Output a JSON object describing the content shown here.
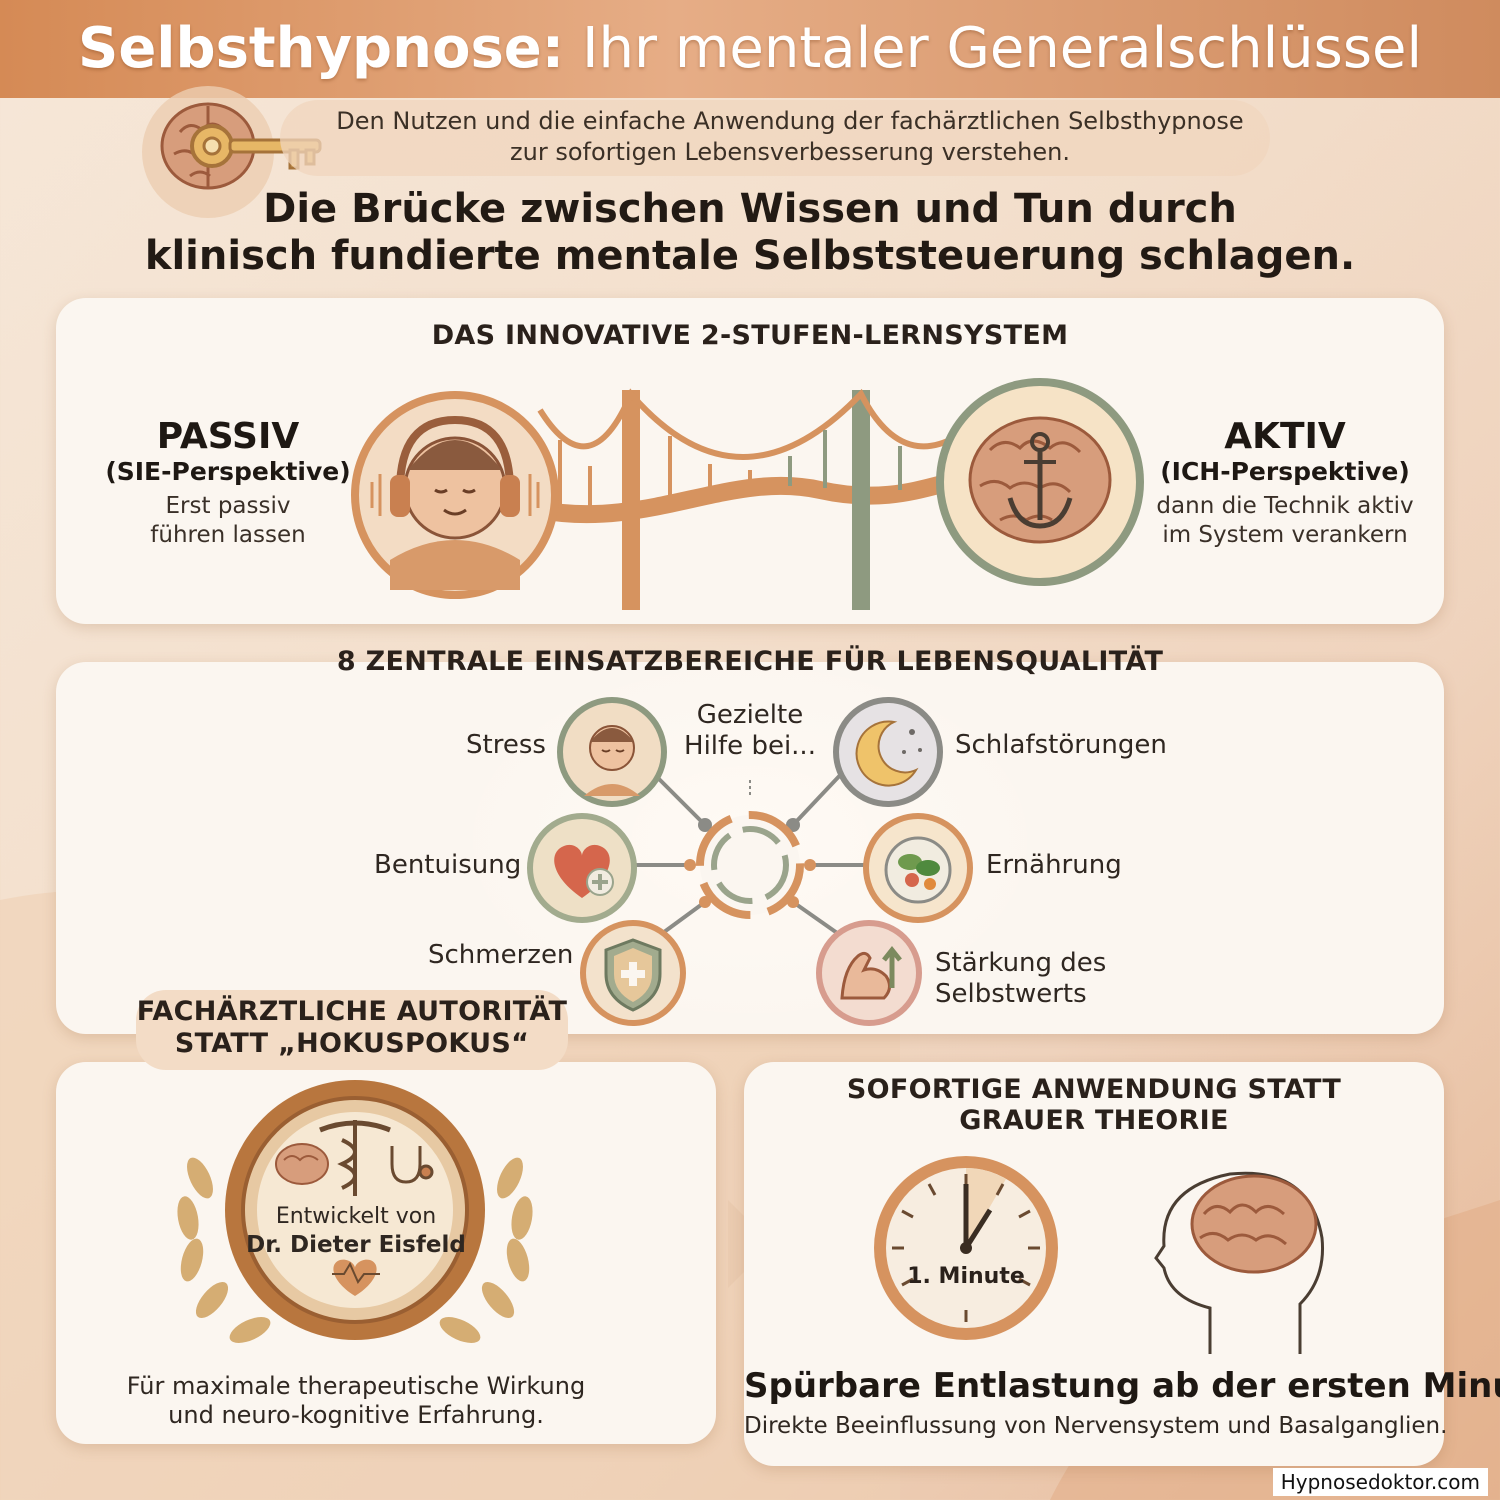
{
  "header": {
    "title_bold": "Selbsthypnose:",
    "title_rest": "Ihr mentaler Generalschlüssel",
    "subtitle_line1": "Den Nutzen und die einfache Anwendung der fachärztlichen Selbsthypnose",
    "subtitle_line2": "zur sofortigen Lebensverbesserung verstehen."
  },
  "headline": {
    "line1": "Die Brücke zwischen Wissen und Tun durch",
    "line2": "klinisch fundierte mentale Selbststeuerung schlagen."
  },
  "system": {
    "title": "DAS INNOVATIVE 2-STUFEN-LERNSYSTEM",
    "passive": {
      "word": "PASSIV",
      "perspective": "(SIE-Perspektive)",
      "desc1": "Erst passiv",
      "desc2": "führen lassen"
    },
    "active": {
      "word": "AKTIV",
      "perspective": "(ICH-Perspektive)",
      "desc1": "dann die Technik aktiv",
      "desc2": "im System verankern"
    }
  },
  "areas": {
    "title": "8 ZENTRALE EINSATZBEREICHE FÜR LEBENSQUALITÄT",
    "center1": "Gezielte",
    "center2": "Hilfe bei...",
    "stress": "Stress",
    "sleep": "Schlafstörungen",
    "relax": "Bentuisung",
    "nutrition": "Ernährung",
    "pain": "Schmerzen",
    "selfworth1": "Stärkung des",
    "selfworth2": "Selbstwerts"
  },
  "authority": {
    "title1": "FACHÄRZTLICHE AUTORITÄT",
    "title2": "STATT „HOKUSPOKUS“",
    "seal1": "Entwickelt von",
    "seal2": "Dr. Dieter Eisfeld",
    "desc1": "Für maximale therapeutische Wirkung",
    "desc2": "und neuro-kognitive Erfahrung."
  },
  "application": {
    "title1": "SOFORTIGE ANWENDUNG STATT",
    "title2": "GRAUER THEORIE",
    "clock_label": "1. Minute",
    "bold": "Spürbare Entlastung ab der ersten Minute.",
    "desc": "Direkte Beeinflussung von Nervensystem und Basalganglien."
  },
  "footer": {
    "site": "Hypnosedoktor.com"
  },
  "colors": {
    "accent": "#d58a55",
    "orange": "#d6935f",
    "sage": "#8e9a80",
    "brain": "#c98b66"
  }
}
